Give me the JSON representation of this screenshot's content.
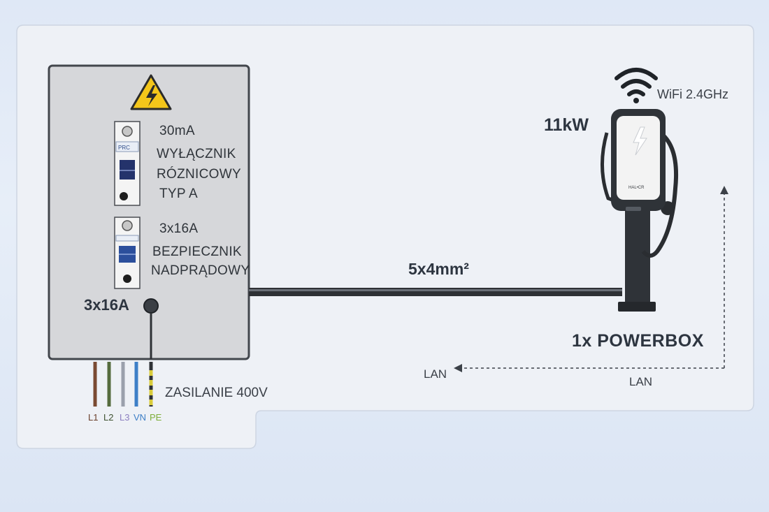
{
  "colors": {
    "panel_bg": "#eef1f6",
    "cabinet_bg": "#d6d7da",
    "cable": "#2e3135",
    "warning_yellow": "#f4c61a",
    "wire_L1": "#7a4a32",
    "wire_L2": "#556b3e",
    "wire_L3": "#9aa0ac",
    "wire_N": "#3d7fc7",
    "wire_PE": "#d9cc3b",
    "charger_body": "#2f3338",
    "charger_face": "#f3f3f3"
  },
  "cabinet": {
    "rcd": {
      "rating": "30mA",
      "name_line1": "WYŁĄCZNIK",
      "name_line2": "RÓZNICOWY",
      "name_line3": "TYP A",
      "badge": "PRC"
    },
    "mcb": {
      "rating": "3x16A",
      "name_line1": "BEZPIECZNIK",
      "name_line2": "NADPRĄDOWY"
    },
    "connector_label": "3x16A",
    "supply_label": "ZASILANIE 400V",
    "wires": {
      "l1": "L1",
      "l2": "L2",
      "l3": "L3",
      "n": "VN",
      "pe": "PE"
    }
  },
  "cable": {
    "label": "5x4mm²"
  },
  "charger": {
    "power": "11kW",
    "wifi_label": "WiFi 2.4GHz",
    "name": "1x POWERBOX",
    "brand": "HAL•CR"
  },
  "network": {
    "lan_left": "LAN",
    "lan_bottom": "LAN"
  }
}
